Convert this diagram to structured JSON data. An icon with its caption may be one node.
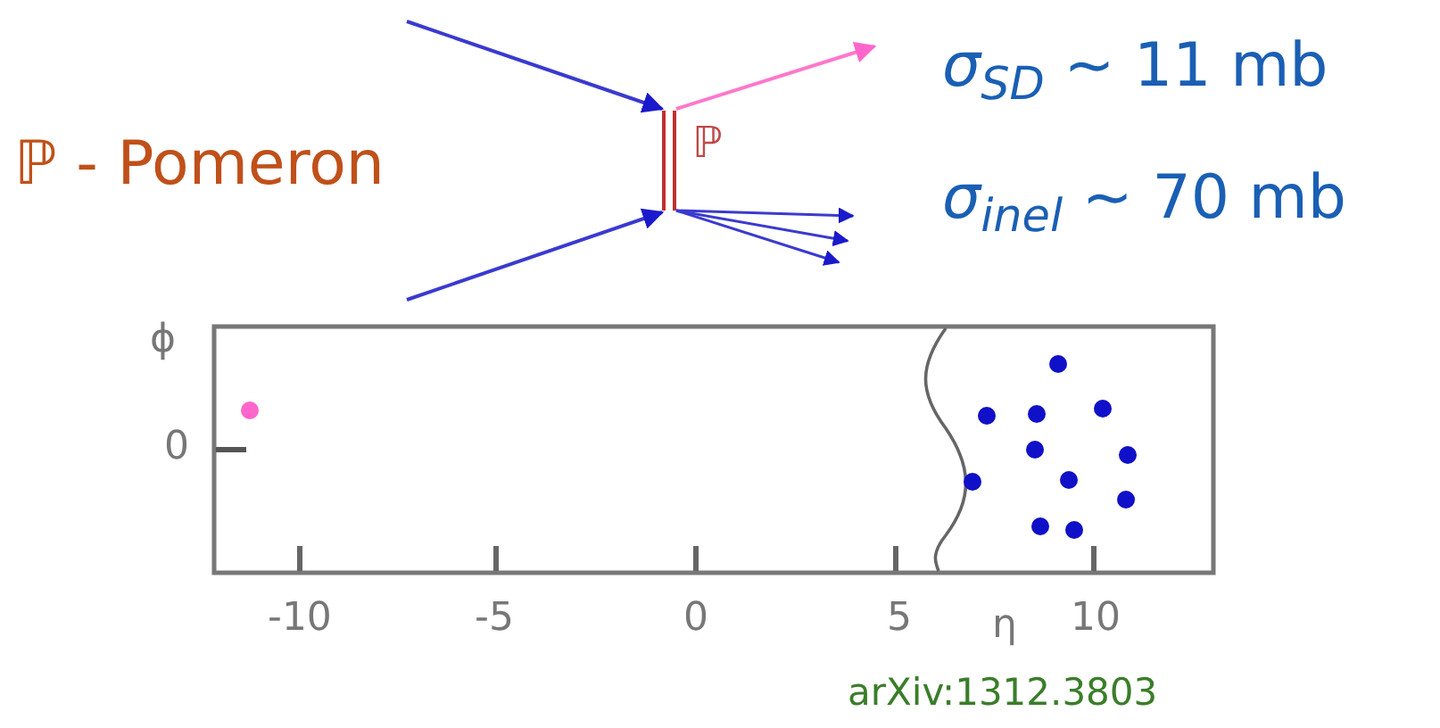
{
  "diagram": {
    "labels": [
      "ℙ - Pomeron",
      "ℙ",
      "*σ*$_{SD}$ ∼ 11 mb",
      "*σ*$_{inel}$ ∼ 70 mb",
      "ϕ",
      "0",
      "-10",
      "-5",
      "0",
      "5",
      "η",
      "10",
      "arXiv:1312.3803"
    ]
  }
}
